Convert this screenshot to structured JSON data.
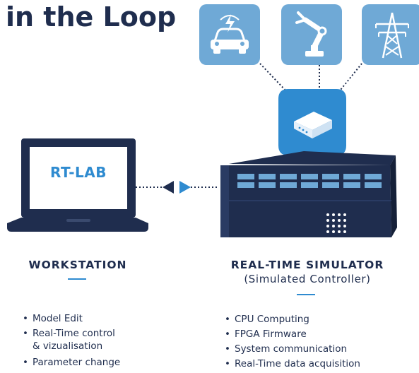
{
  "title": "in the Loop",
  "icons": {
    "tile1": "electric-car-icon",
    "tile2": "robot-arm-icon",
    "tile3": "power-tower-icon",
    "center": "hardware-box-icon"
  },
  "workstation": {
    "screen_label": "RT-LAB",
    "heading": "WORKSTATION",
    "bullets": [
      "Model Edit",
      "Real-Time control",
      "& vizualisation",
      "Parameter change"
    ]
  },
  "simulator": {
    "heading": "REAL-TIME SIMULATOR",
    "subheading": "(Simulated Controller)",
    "bullets": [
      "CPU Computing",
      "FPGA Firmware",
      "System communication",
      "Real-Time data acquisition"
    ]
  },
  "colors": {
    "navy": "#1f2d4e",
    "blue": "#2f8bd0",
    "tile": "#6fa9d6"
  }
}
